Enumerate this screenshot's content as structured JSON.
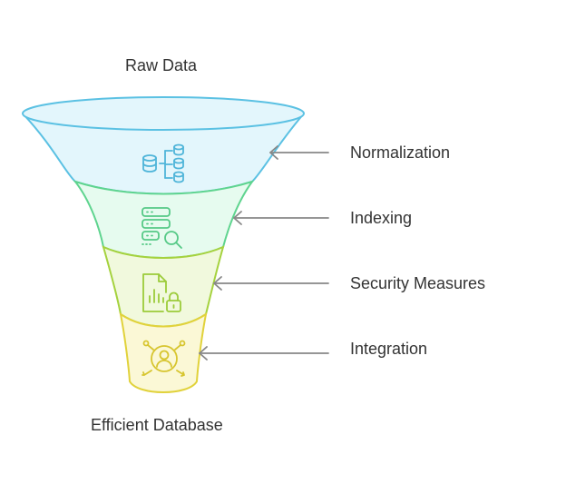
{
  "funnel": {
    "top_label": "Raw Data",
    "bottom_label": "Efficient Database",
    "stages": [
      {
        "label": "Normalization",
        "icon": "database-connect-icon",
        "fill": "#e3f6fc",
        "stroke": "#5bc1e3"
      },
      {
        "label": "Indexing",
        "icon": "server-search-icon",
        "fill": "#e6fbef",
        "stroke": "#5fd48f"
      },
      {
        "label": "Security Measures",
        "icon": "chart-lock-icon",
        "fill": "#f1f9dd",
        "stroke": "#a5d23e"
      },
      {
        "label": "Integration",
        "icon": "user-network-icon",
        "fill": "#fbf8d6",
        "stroke": "#e1d23b"
      }
    ],
    "rim": {
      "fill": "#e3f6fc",
      "stroke": "#5bc1e3"
    },
    "arrow_color": "#888888"
  }
}
